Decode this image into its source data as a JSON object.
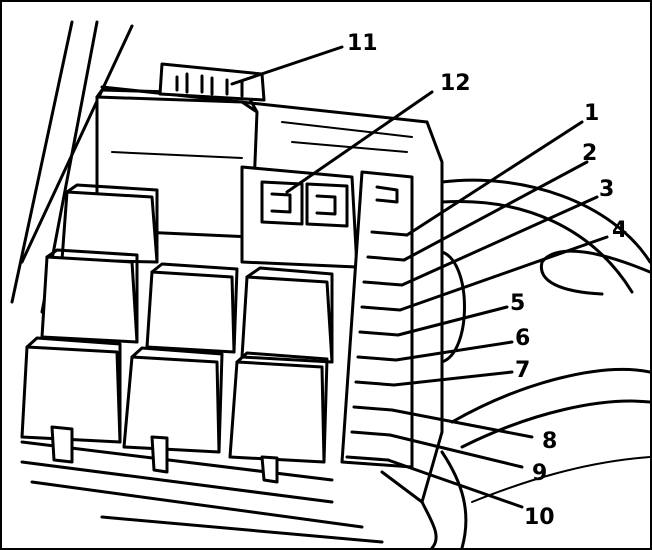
{
  "figure": {
    "callouts": [
      {
        "id": "1",
        "label": "1"
      },
      {
        "id": "2",
        "label": "2"
      },
      {
        "id": "3",
        "label": "3"
      },
      {
        "id": "4",
        "label": "4"
      },
      {
        "id": "5",
        "label": "5"
      },
      {
        "id": "6",
        "label": "6"
      },
      {
        "id": "7",
        "label": "7"
      },
      {
        "id": "8",
        "label": "8"
      },
      {
        "id": "9",
        "label": "9"
      },
      {
        "id": "10",
        "label": "10"
      },
      {
        "id": "11",
        "label": "11"
      },
      {
        "id": "12",
        "label": "12"
      }
    ],
    "colors": {
      "ink": "#000000",
      "paper": "#ffffff"
    }
  }
}
